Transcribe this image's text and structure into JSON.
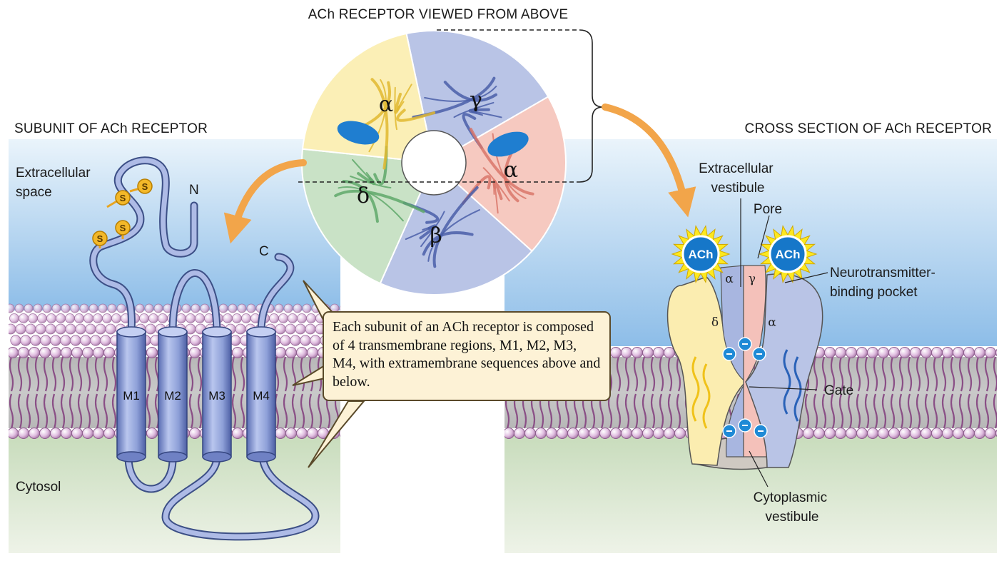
{
  "titles": {
    "top": "ACh RECEPTOR VIEWED FROM ABOVE",
    "left": "SUBUNIT OF ACh RECEPTOR",
    "right": "CROSS SECTION OF ACh RECEPTOR"
  },
  "top_view": {
    "subunits": [
      "α",
      "γ",
      "α",
      "β",
      "δ"
    ],
    "colors": {
      "alpha": "#b9c4e6",
      "gamma": "#f6c9c0",
      "beta": "#c9e2c6",
      "delta": "#fbefb6",
      "binding_site": "#1f7ed0"
    }
  },
  "left_panel": {
    "labels": {
      "extracellular": "Extracellular\nspace",
      "cytosol": "Cytosol",
      "n_term": "N",
      "c_term": "C"
    },
    "disulfide": [
      "S",
      "S",
      "S",
      "S"
    ],
    "segments": [
      "M1",
      "M2",
      "M3",
      "M4"
    ],
    "callout": "Each subunit of an ACh receptor is composed of 4 transmembrane regions, M1, M2, M3, M4, with extramembrane sequences above and below."
  },
  "right_panel": {
    "labels": {
      "extracellular_vestibule": "Extracellular\nvestibule",
      "pore": "Pore",
      "neurotransmitter_pocket": "Neurotransmitter-\nbinding pocket",
      "gate": "Gate",
      "cytoplasmic_vestibule": "Cytoplasmic\nvestibule"
    },
    "ligand": "ACh",
    "subunit_letters": {
      "left_outer": "δ",
      "left_inner": "α",
      "right_inner": "γ",
      "right_outer": "α"
    }
  },
  "colors": {
    "sky_top": "#eaf4fb",
    "sky_bottom": "#8dbde8",
    "cytosol_top": "#c8dcbc",
    "cytosol_bottom": "#eef3e8",
    "lipid_head": "#dcb7dc",
    "lipid_tail": "#8a4f86",
    "helix": "#8fa3d9",
    "arrow": "#f2a54a"
  }
}
